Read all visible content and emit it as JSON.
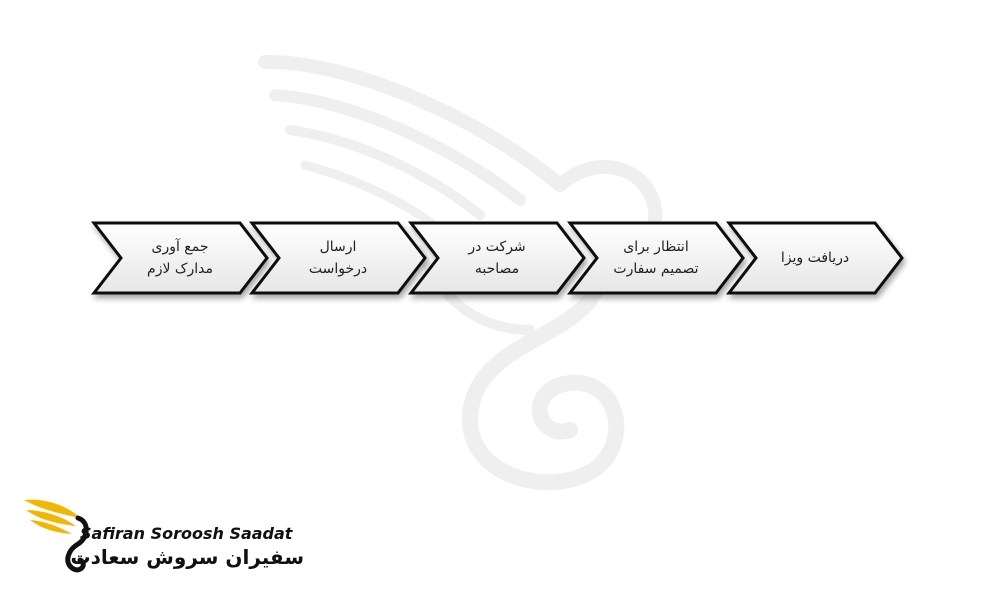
{
  "diagram": {
    "steps": [
      {
        "line1": "جمع آوری",
        "line2": "مدارک لازم"
      },
      {
        "line1": "ارسال",
        "line2": "درخواست"
      },
      {
        "line1": "شرکت در",
        "line2": "مصاحبه"
      },
      {
        "line1": "انتظار برای",
        "line2": "تصمیم سفارت"
      },
      {
        "line1": "دریافت ویزا",
        "line2": ""
      }
    ]
  },
  "logo": {
    "name_en": "Safiran Soroosh Saadat",
    "name_fa": "سفیران سروش سعادت",
    "icon": "winged-swan-logo-icon"
  },
  "colors": {
    "arrow_stroke": "#111111",
    "arrow_fill_top": "#ffffff",
    "arrow_fill_bottom": "#e6e6e6",
    "watermark": "#efefef",
    "logo_wing": "#f2b705"
  }
}
